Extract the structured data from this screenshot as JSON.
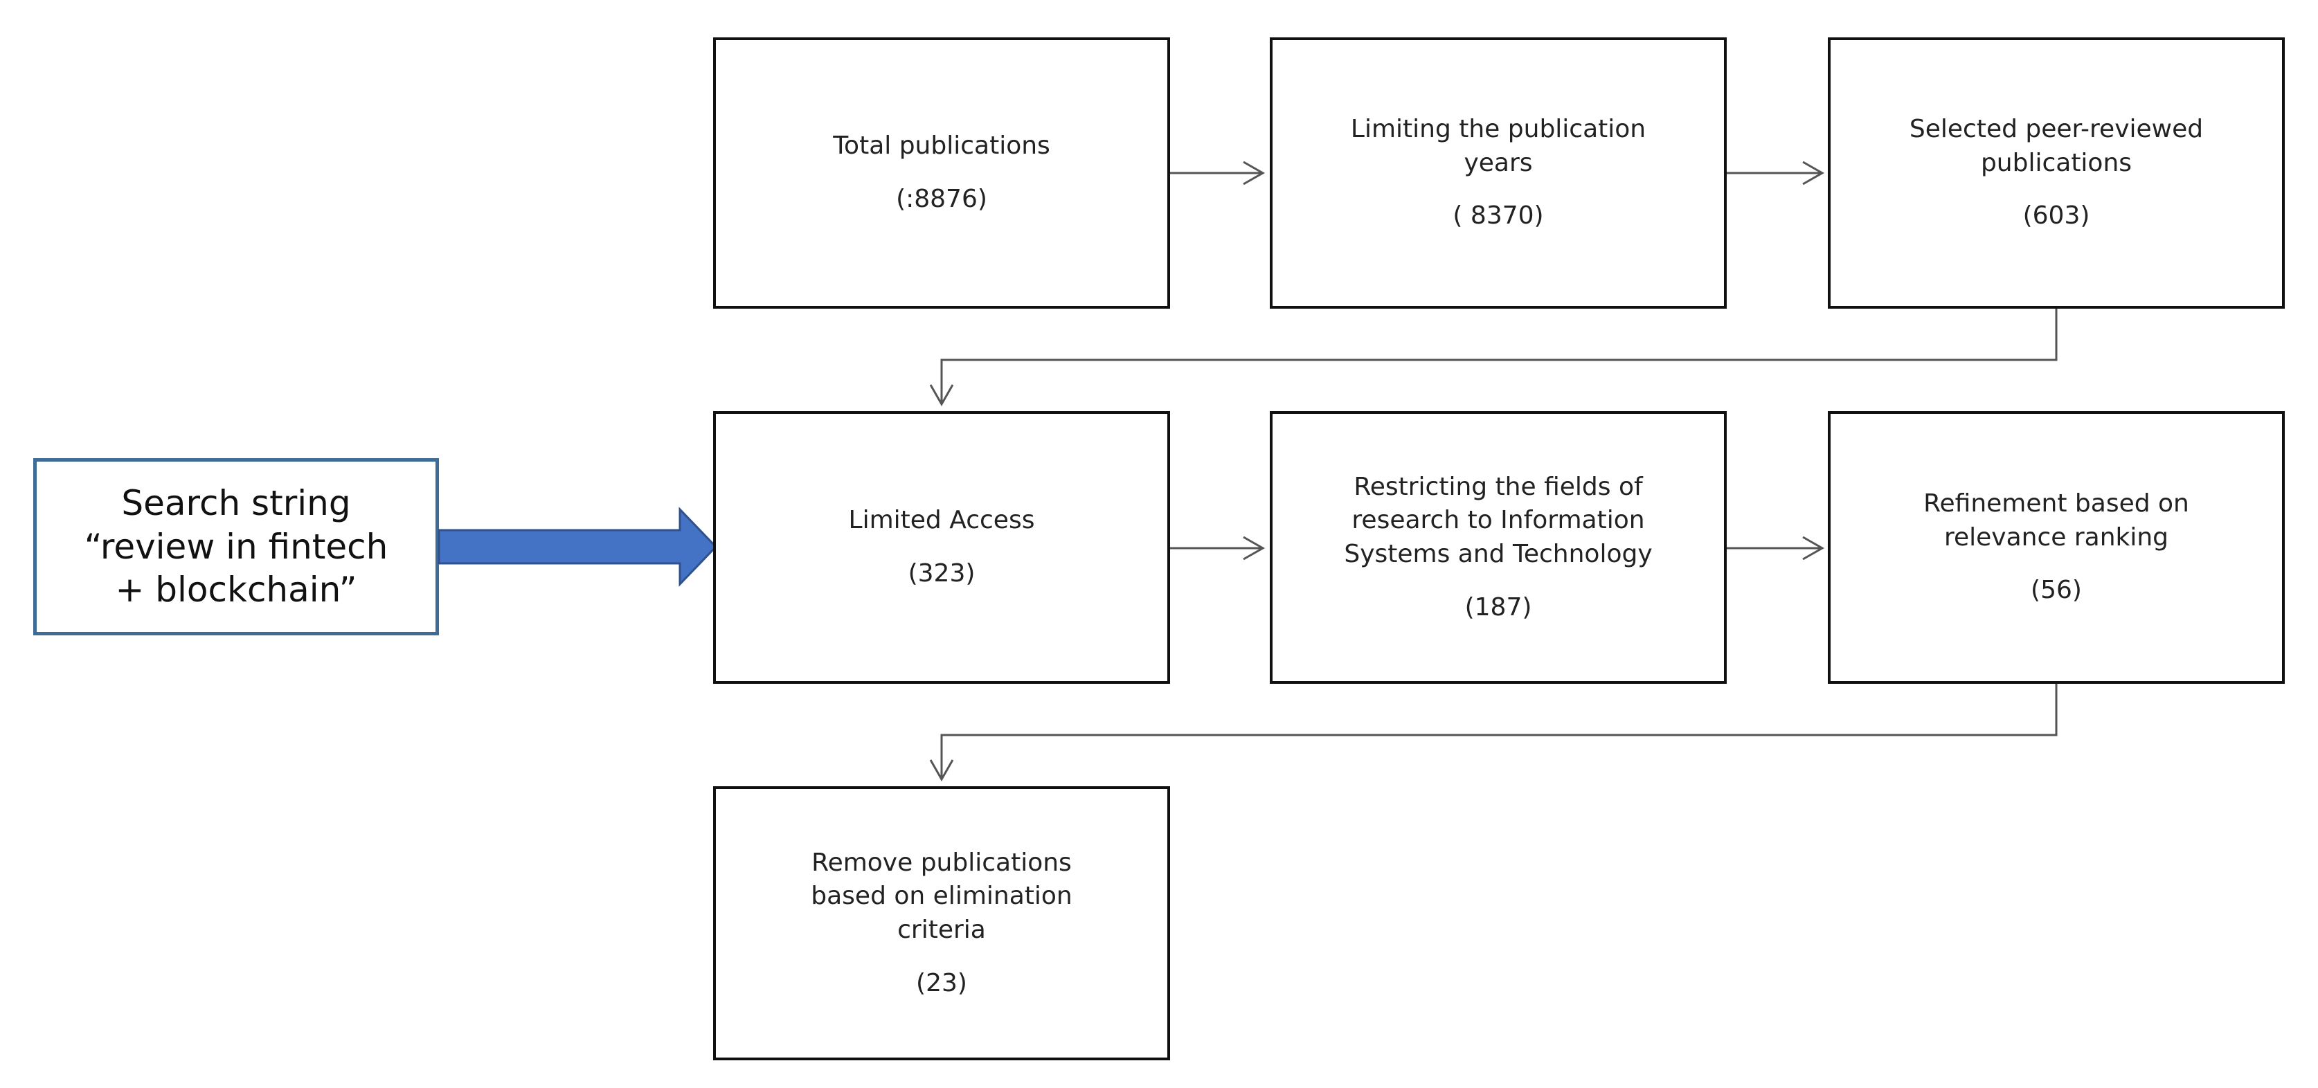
{
  "search": {
    "line1": "Search string",
    "line2": "“review in fintech",
    "line3": "+ blockchain”",
    "arrow_color": "#4472c4"
  },
  "steps": [
    {
      "label": "Total publications",
      "count": "(:8876)"
    },
    {
      "label": "Limiting the publication\nyears",
      "count": "( 8370)"
    },
    {
      "label": "Selected peer-reviewed\npublications",
      "count": "(603)"
    },
    {
      "label": "Limited Access",
      "count": "(323)"
    },
    {
      "label": "Restricting the fields of\nresearch to Information\nSystems and Technology",
      "count": "(187)"
    },
    {
      "label": "Refinement based on\nrelevance ranking",
      "count": "(56)"
    },
    {
      "label": "Remove publications\nbased on elimination\ncriteria",
      "count": "(23)"
    }
  ]
}
